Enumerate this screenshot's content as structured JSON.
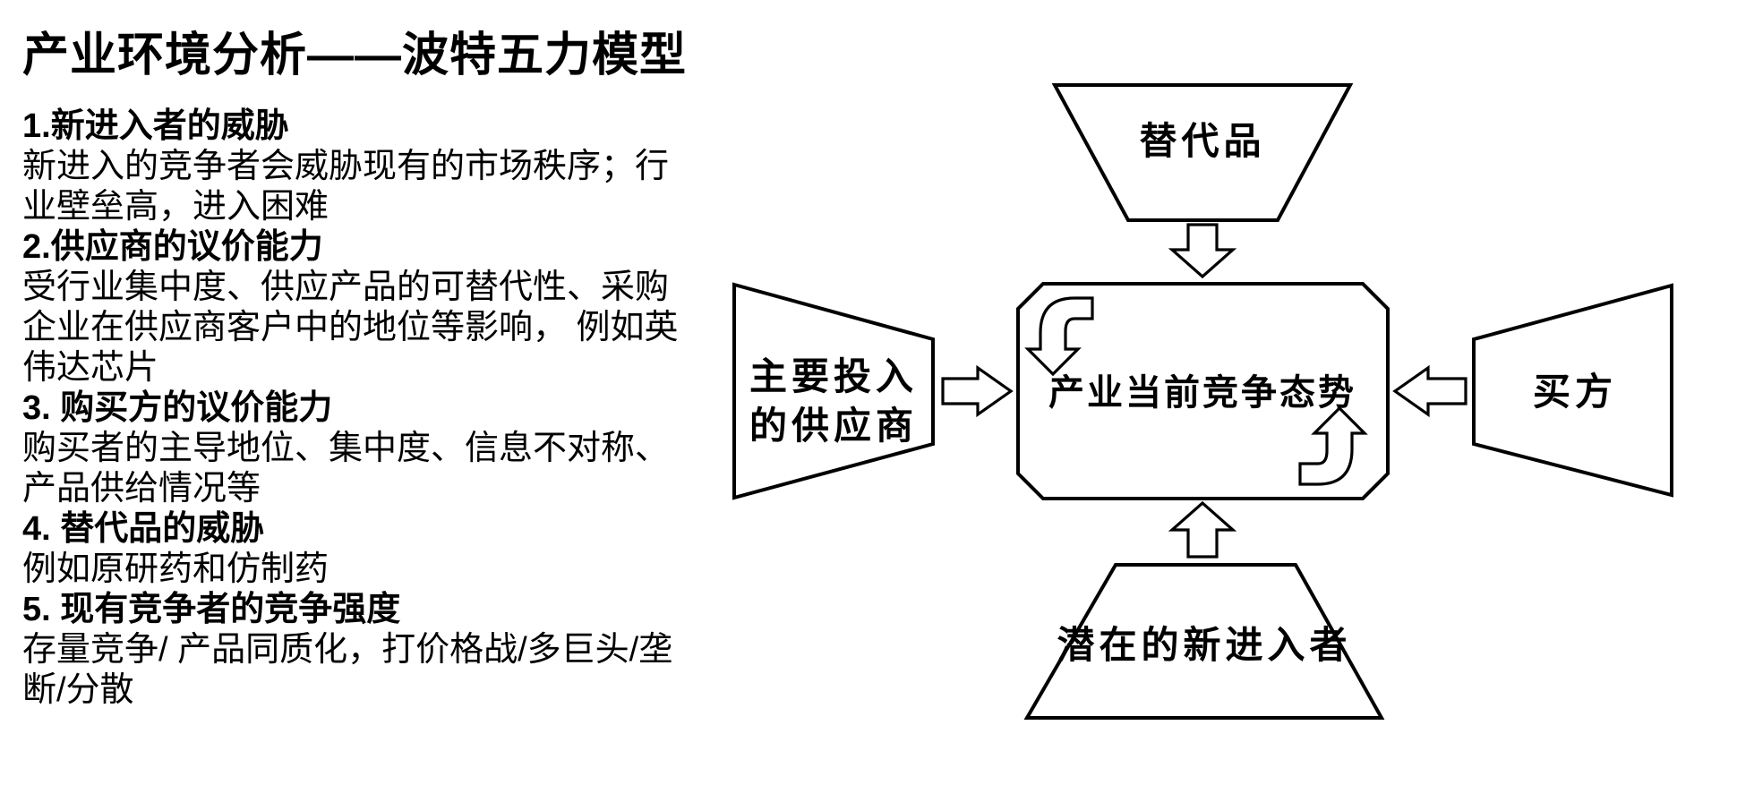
{
  "colors": {
    "background": "#ffffff",
    "ink": "#000000"
  },
  "page": {
    "title": "产业环境分析——波特五力模型"
  },
  "analysis": {
    "sections": [
      {
        "heading": "1.新进入者的威胁",
        "lines": [
          "新进入的竞争者会威胁现有的市场秩序；行",
          "业壁垒高，进入困难"
        ]
      },
      {
        "heading": "2.供应商的议价能力",
        "lines": [
          "受行业集中度、供应产品的可替代性、采购",
          "企业在供应商客户中的地位等影响， 例如英",
          "伟达芯片"
        ]
      },
      {
        "heading": "3. 购买方的议价能力",
        "lines": [
          "购买者的主导地位、集中度、信息不对称、",
          "产品供给情况等"
        ]
      },
      {
        "heading": "4. 替代品的威胁",
        "lines": [
          "例如原研药和仿制药"
        ]
      },
      {
        "heading": "5. 现有竞争者的竞争强度",
        "lines": [
          "存量竞争/ 产品同质化，打价格战/多巨头/垄",
          "断/分散"
        ]
      }
    ]
  },
  "diagram": {
    "substitutes_label": "替代品",
    "suppliers_label_line1": "主要投入",
    "suppliers_label_line2": "的供应商",
    "buyers_label": "买方",
    "entrants_label": "潜在的新进入者",
    "center_label": "产业当前竞争态势",
    "icons": [
      "block-arrow-down-icon",
      "block-arrow-up-icon",
      "block-arrow-right-icon",
      "block-arrow-left-icon",
      "curved-arrow-down-icon",
      "curved-arrow-up-icon"
    ]
  }
}
